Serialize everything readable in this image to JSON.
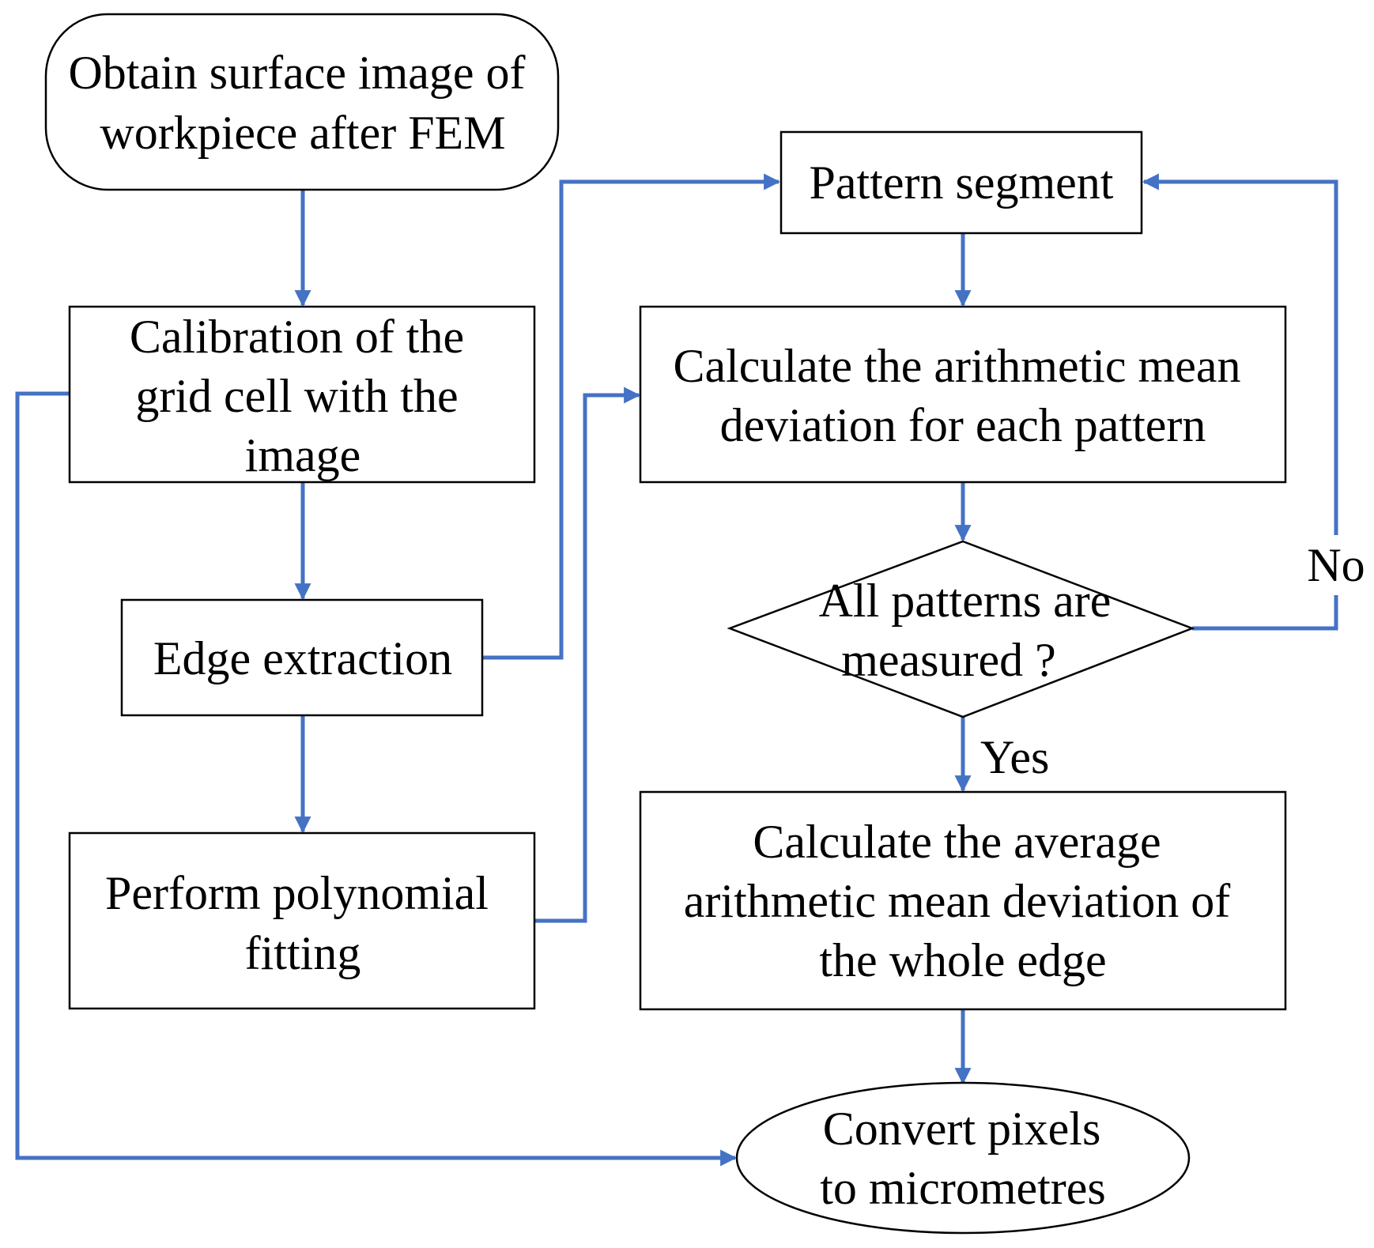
{
  "colors": {
    "connector": "#4472C4",
    "node_border": "#000000",
    "text": "#000000"
  },
  "nodes": {
    "obtain_image": {
      "lines": [
        "Obtain surface image of",
        "workpiece  after FEM"
      ]
    },
    "calibration": {
      "lines": [
        "Calibration of the",
        "grid cell with the",
        "image"
      ]
    },
    "edge_extraction": {
      "lines": [
        "Edge extraction"
      ]
    },
    "polynomial_fitting": {
      "lines": [
        "Perform polynomial",
        "fitting"
      ]
    },
    "pattern_segment": {
      "lines": [
        "Pattern segment"
      ]
    },
    "arithmetic_mean": {
      "lines": [
        "Calculate the arithmetic mean",
        "deviation for each pattern"
      ]
    },
    "all_measured": {
      "lines": [
        "All patterns are",
        "measured ?"
      ]
    },
    "average_deviation": {
      "lines": [
        "Calculate the average",
        "arithmetic mean deviation of",
        "the whole edge"
      ]
    },
    "convert_pixels": {
      "lines": [
        "Convert  pixels",
        "to micrometres"
      ]
    }
  },
  "edge_labels": {
    "no": "No",
    "yes": "Yes"
  }
}
